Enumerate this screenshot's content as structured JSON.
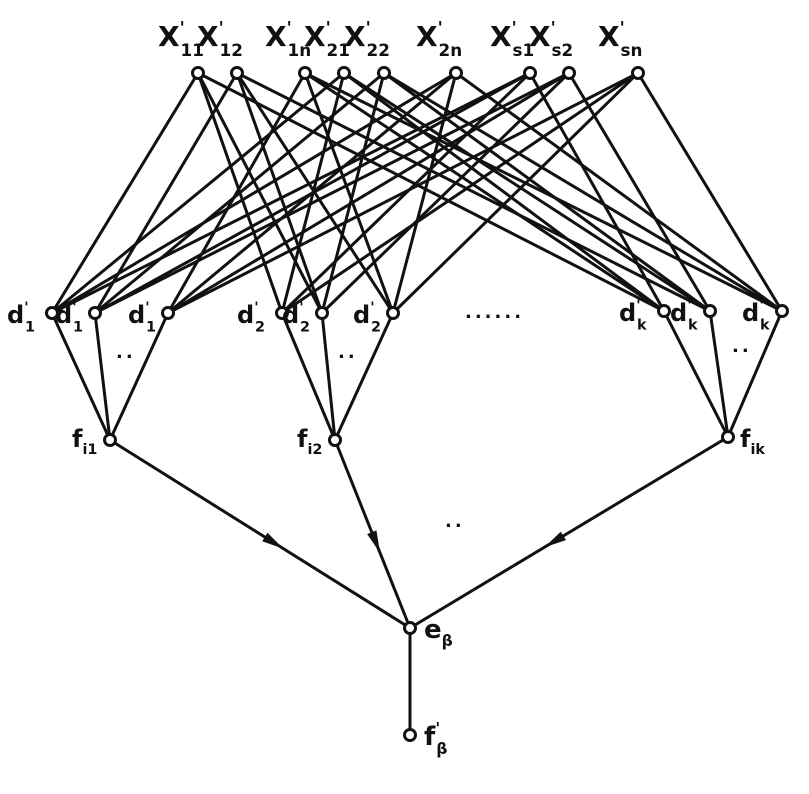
{
  "x_nodes": [
    {
      "base": "X",
      "sub": "11",
      "sup": "'"
    },
    {
      "base": "X",
      "sub": "12",
      "sup": "'"
    },
    {
      "base": "X",
      "sub": "1n",
      "sup": "'"
    },
    {
      "base": "X",
      "sub": "21",
      "sup": "'"
    },
    {
      "base": "X",
      "sub": "22",
      "sup": "'"
    },
    {
      "base": "X",
      "sub": "2n",
      "sup": "'"
    },
    {
      "base": "X",
      "sub": "s1",
      "sup": "'"
    },
    {
      "base": "X",
      "sub": "s2",
      "sup": "'"
    },
    {
      "base": "X",
      "sub": "sn",
      "sup": "'"
    }
  ],
  "d_nodes": [
    {
      "base": "d",
      "sub": "1",
      "sup": "'"
    },
    {
      "base": "d",
      "sub": "1",
      "sup": "'"
    },
    {
      "base": "d",
      "sub": "1",
      "sup": "'"
    },
    {
      "base": "d",
      "sub": "2",
      "sup": "'"
    },
    {
      "base": "d",
      "sub": "2",
      "sup": "'"
    },
    {
      "base": "d",
      "sub": "2",
      "sup": "'"
    },
    {
      "base": "d",
      "sub": "k",
      "sup": "'"
    },
    {
      "base": "d",
      "sub": "k",
      "sup": "'"
    },
    {
      "base": "d",
      "sub": "k",
      "sup": "'"
    }
  ],
  "f_nodes": [
    {
      "base": "f",
      "sub": "i1"
    },
    {
      "base": "f",
      "sub": "i2"
    },
    {
      "base": "f",
      "sub": "ik"
    }
  ],
  "e_node": {
    "base": "e",
    "sub": "β"
  },
  "out_node": {
    "base": "f",
    "sub": "β",
    "sup": "'"
  },
  "ellipsis": {
    "short": "..",
    "long": "......"
  }
}
